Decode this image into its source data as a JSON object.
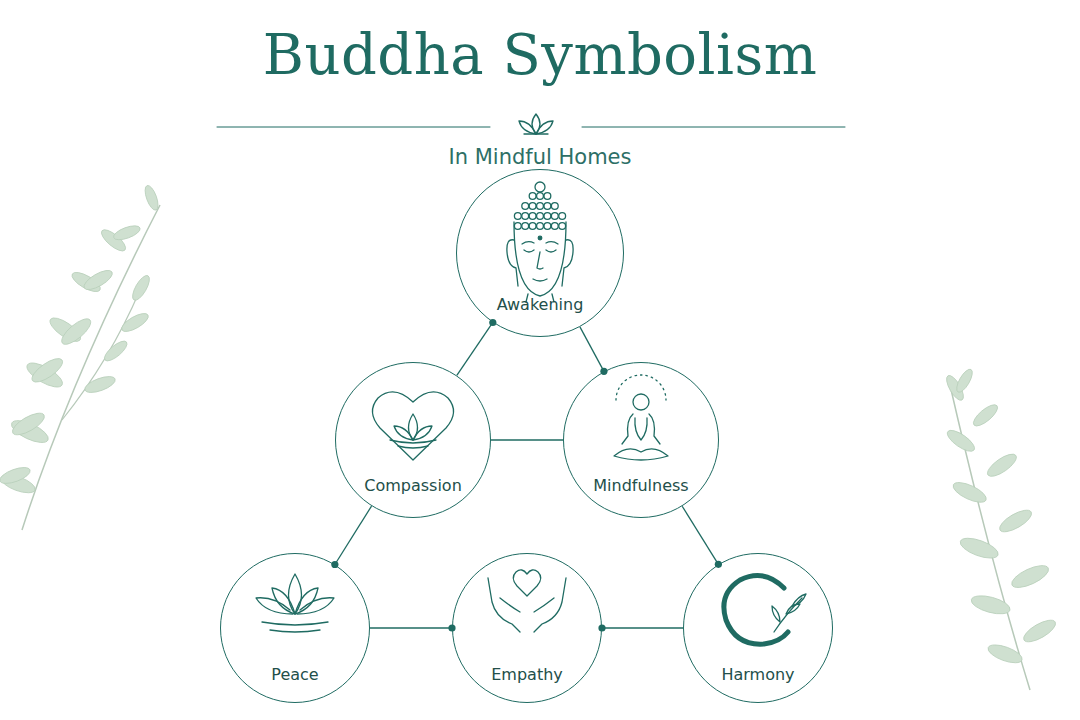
{
  "diagram": {
    "title": "Buddha Symbolism",
    "nodes": [
      {
        "text": [
          "Awakening"
        ]
      },
      {
        "text": [
          "Compassion"
        ]
      },
      {
        "text": [
          "Mindfulness"
        ]
      },
      {
        "text": [
          "Peace"
        ]
      },
      {
        "text": [
          "Empathy"
        ]
      },
      {
        "text": [
          "Harmony"
        ]
      }
    ],
    "edges": [
      {
        "from": 0,
        "to": 1,
        "arrow": "none"
      },
      {
        "from": 0,
        "to": 2,
        "arrow": "none"
      },
      {
        "from": 1,
        "to": 2,
        "arrow": "none"
      },
      {
        "from": 1,
        "to": 3,
        "arrow": "none"
      },
      {
        "from": 2,
        "to": 5,
        "arrow": "none"
      },
      {
        "from": 3,
        "to": 4,
        "arrow": "none"
      },
      {
        "from": 4,
        "to": 5,
        "arrow": "none"
      }
    ],
    "labels": [
      "In Mindful Homes"
    ]
  }
}
